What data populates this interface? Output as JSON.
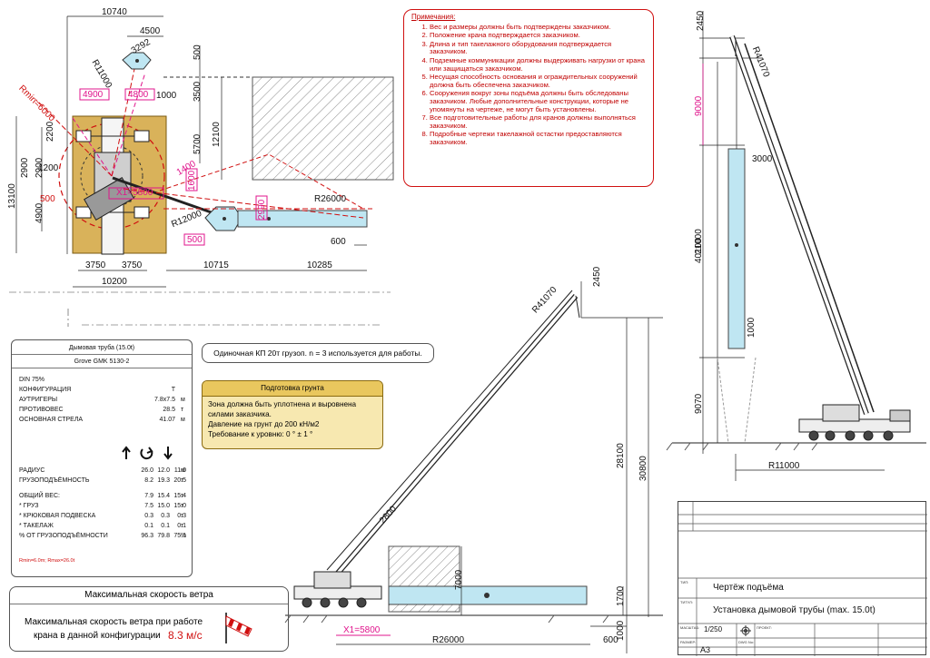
{
  "notes": {
    "title": "Примечания:",
    "items": [
      "Вес и размеры должны быть подтверждены заказчиком.",
      "Положение крана подтверждается заказчиком.",
      "Длина и тип такелажного оборудования подтверждается заказчиком.",
      "Подземные коммуникации должны выдерживать нагрузки от крана или защищаться заказчиком.",
      "Несущая способность основания и ограждительных сооружений должна быть обеспечена заказчиком.",
      "Сооружения вокруг зоны подъёма должны быть обследованы заказчиком. Любые дополнительные конструкции, которые не упомянуты на чертеже, не могут быть установлены.",
      "Все подготовительные работы для кранов должны выполняться заказчиком.",
      "Подробные чертежи такелажной остастки предоставляются заказчиком."
    ]
  },
  "plan": {
    "dims": {
      "d10740": "10740",
      "d4500": "4500",
      "r11000": "R11000",
      "d3292": "3292",
      "d500a": "500",
      "d3500": "3500",
      "d1000": "1000",
      "d5700": "5700",
      "d12100": "12100",
      "d2200": "2200",
      "d2900a": "2900",
      "d2900b": "2900",
      "d1200": "1200",
      "d13100": "13100",
      "d4900v": "4900",
      "d500b": "500",
      "d3750a": "3750",
      "d3750b": "3750",
      "d10200": "10200",
      "d10715": "10715",
      "d10285": "10285",
      "d600": "600",
      "r26000": "R26000",
      "r12000": "R12000",
      "d2990": "2990"
    },
    "magenta": {
      "d4900": "4900",
      "d4800": "4800",
      "d1600": "1600",
      "x1": "X1=5800",
      "d500": "500",
      "d1400": "1400"
    },
    "red": {
      "rmin": "Rmin=6000",
      "d500": "500"
    }
  },
  "spec": {
    "title": "Дымовая труба (15.0t)",
    "model": "Grove GMK 5130-2",
    "rows": [
      {
        "label": "DIN 75%",
        "value": ""
      },
      {
        "label": "КОНФИГУРАЦИЯ",
        "value": "T"
      },
      {
        "label": "АУТРИГЕРЫ",
        "value": "7.8x7.5",
        "unit": "м"
      },
      {
        "label": "ПРОТИВОВЕС",
        "value": "28.5",
        "unit": "т"
      },
      {
        "label": "ОСНОВНАЯ СТРЕЛА",
        "value": "41.07",
        "unit": "м"
      }
    ],
    "table": [
      {
        "label": "РАДИУС",
        "v": [
          "26.0",
          "12.0",
          "11.0"
        ],
        "unit": "м"
      },
      {
        "label": "ГРУЗОПОДЪЁМНОСТЬ",
        "v": [
          "8.2",
          "19.3",
          "20.5"
        ],
        "unit": "т"
      },
      {
        "label": "ОБЩИЙ ВЕС:",
        "v": [
          "7.9",
          "15.4",
          "15.4"
        ],
        "unit": "т"
      },
      {
        "label": "* ГРУЗ",
        "v": [
          "7.5",
          "15.0",
          "15.0"
        ],
        "unit": "т"
      },
      {
        "label": "* КРЮКОВАЯ ПОДВЕСКА",
        "v": [
          "0.3",
          "0.3",
          "0.3"
        ],
        "unit": "т"
      },
      {
        "label": "* ТАКЕЛАЖ",
        "v": [
          "0.1",
          "0.1",
          "0.1"
        ],
        "unit": "т"
      },
      {
        "label": "% ОТ ГРУЗОПОДЪЁМНОСТИ",
        "v": [
          "96.3",
          "79.8",
          "75.1"
        ],
        "unit": "%"
      }
    ],
    "footnote": "Rmin=6.0m; Rmax=26.0t"
  },
  "wind": {
    "title": "Максимальная скорость ветра",
    "line1": "Максимальная скорость ветра при работе",
    "line2": "крана в данной конфигурации",
    "speed": "8.3 м/с"
  },
  "single_hook": "Одиночная КП 20т грузоп. n = 3 используется для работы.",
  "ground": {
    "title": "Подготовка грунта",
    "lines": [
      "Зона должна быть уплотнена и выровнена",
      "силами заказчика.",
      "Давление на грунт до 200 кН/м2",
      "Требование к уровню: 0 ° ± 1 °"
    ]
  },
  "side_view": {
    "boom": "R41070",
    "d2450": "2450",
    "d28100": "28100",
    "d30800": "30800",
    "d2800": "2800",
    "d7000": "7000",
    "d1700": "1700",
    "d1000": "1000",
    "x1": "X1=5800",
    "r26000": "R26000",
    "d600": "600"
  },
  "right_view": {
    "d2450": "2450",
    "boom": "R41070",
    "d9000": "9000",
    "d40100": "40100",
    "d21000": "21000",
    "d3000": "3000",
    "d1000": "1000",
    "d9070": "9070",
    "r11000": "R11000"
  },
  "title_block": {
    "type_label": "ТИП:",
    "type": "Чертёж подъёма",
    "title_label": "ТИТУЛ:",
    "title": "Установка дымовой трубы (max. 15.0t)",
    "scale_label": "МАСШТАБ:",
    "scale": "1/250",
    "size_label": "РАЗМЕР:",
    "size": "A3",
    "project_label": "ПРОЕКТ:",
    "dwg_label": "DWG No:"
  },
  "colors": {
    "notes_red": "#c00000",
    "magenta": "#e0148c",
    "crane_pad": "#d9b25a",
    "load_blue": "#bfe6f2",
    "ground_fill": "#f7e8b0"
  }
}
